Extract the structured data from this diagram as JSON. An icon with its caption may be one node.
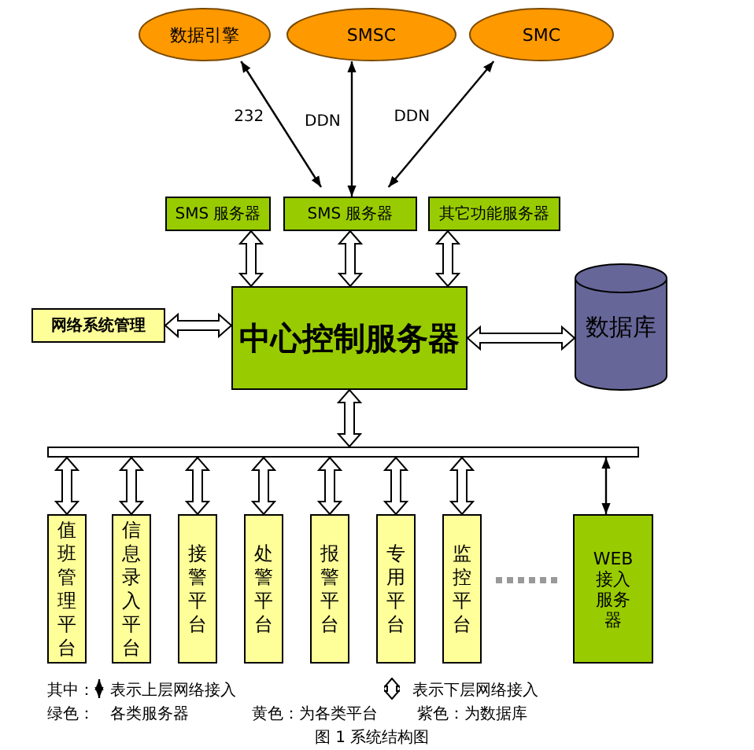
{
  "diagram": {
    "caption": "图 1 系统结构图",
    "nodes": [
      {
        "text": [
          "数据引擎"
        ]
      },
      {
        "text": [
          "SMSC"
        ]
      },
      {
        "text": [
          "SMC"
        ]
      },
      {
        "text": [
          "SMS 服务器"
        ]
      },
      {
        "text": [
          "SMS 服务器"
        ]
      },
      {
        "text": [
          "其它功能服务器"
        ]
      },
      {
        "text": [
          "网络系统管理"
        ]
      },
      {
        "text": [
          "中心控制服务器"
        ]
      },
      {
        "text": [
          "数据库"
        ]
      },
      {
        "text": [],
        "shape": "bar"
      },
      {
        "text": [
          "值班管理平台"
        ]
      },
      {
        "text": [
          "信息录入平台"
        ]
      },
      {
        "text": [
          "接警平台"
        ]
      },
      {
        "text": [
          "处警平台"
        ]
      },
      {
        "text": [
          "报警平台"
        ]
      },
      {
        "text": [
          "专用平台"
        ]
      },
      {
        "text": [
          "监控平台"
        ]
      },
      {
        "text": [
          "WEB接入服务器"
        ]
      }
    ],
    "edges": [
      {
        "from": 0,
        "to": 4,
        "arrow": "both",
        "label": "232"
      },
      {
        "from": 1,
        "to": 4,
        "arrow": "both",
        "label": "DDN"
      },
      {
        "from": 2,
        "to": 4,
        "arrow": "both",
        "label": "DDN"
      },
      {
        "from": 3,
        "to": 7,
        "arrow": "both",
        "style": "thick"
      },
      {
        "from": 4,
        "to": 7,
        "arrow": "both",
        "style": "thick"
      },
      {
        "from": 5,
        "to": 7,
        "arrow": "both",
        "style": "thick"
      },
      {
        "from": 6,
        "to": 7,
        "arrow": "both",
        "style": "thick"
      },
      {
        "from": 7,
        "to": 8,
        "arrow": "both",
        "style": "thick"
      },
      {
        "from": 7,
        "to": 9,
        "arrow": "both",
        "style": "thick"
      },
      {
        "from": 9,
        "to": 10,
        "arrow": "both",
        "style": "thick"
      },
      {
        "from": 9,
        "to": 11,
        "arrow": "both",
        "style": "thick"
      },
      {
        "from": 9,
        "to": 12,
        "arrow": "both",
        "style": "thick"
      },
      {
        "from": 9,
        "to": 13,
        "arrow": "both",
        "style": "thick"
      },
      {
        "from": 9,
        "to": 14,
        "arrow": "both",
        "style": "thick"
      },
      {
        "from": 9,
        "to": 15,
        "arrow": "both",
        "style": "thick"
      },
      {
        "from": 9,
        "to": 16,
        "arrow": "both",
        "style": "thick"
      },
      {
        "from": 9,
        "to": 17,
        "arrow": "both"
      }
    ],
    "labels": [
      "其中：",
      "绿色：",
      "各类服务器",
      "黄色：为各类平台",
      "紫色：为数据库"
    ],
    "legend": [
      {
        "text": "表示上层网络接入"
      },
      {
        "text": "表示下层网络接入"
      }
    ]
  }
}
